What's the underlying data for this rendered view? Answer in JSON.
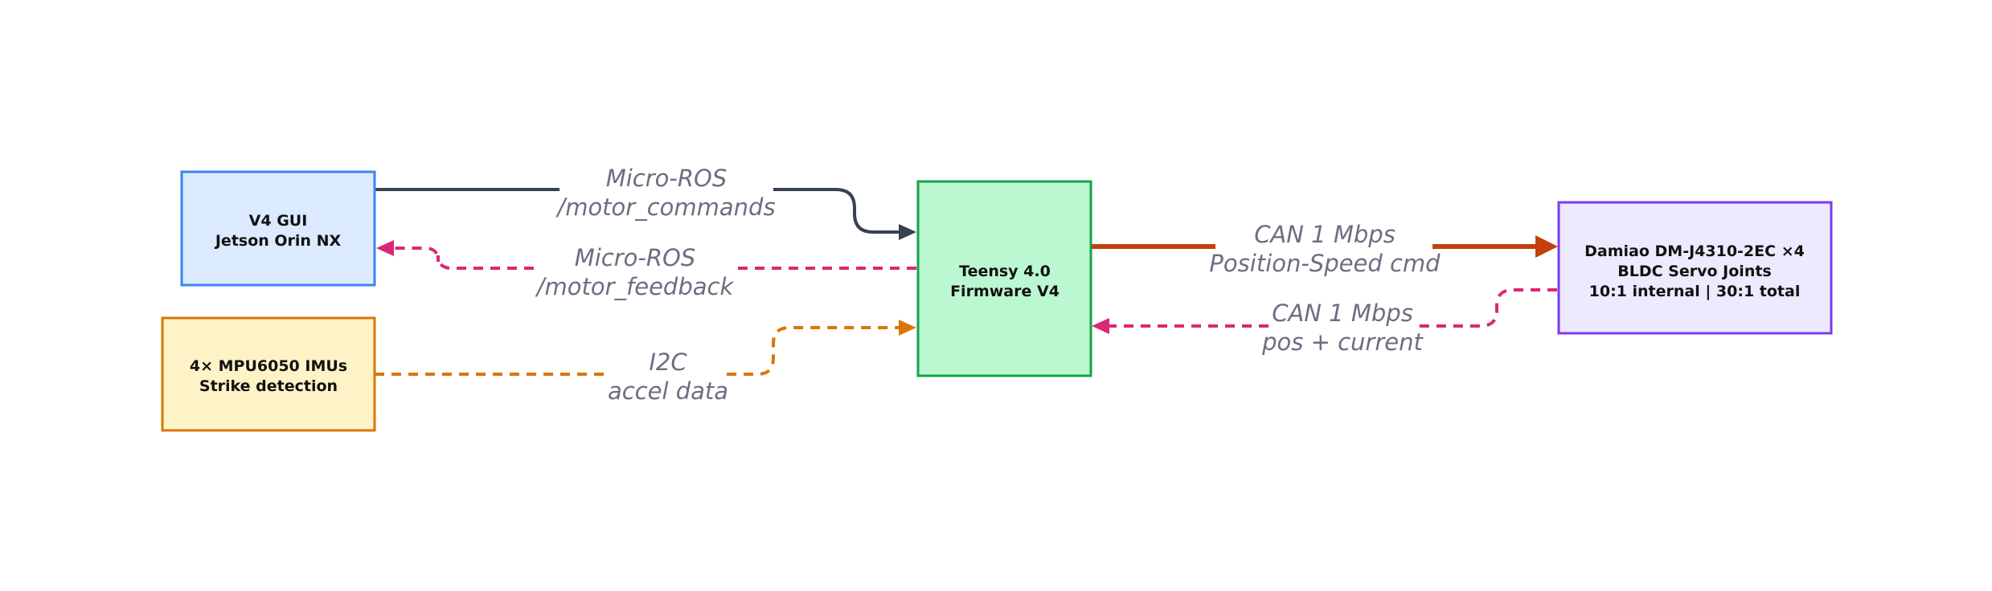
{
  "nodes": {
    "gui": {
      "line1": "V4 GUI",
      "line2": "Jetson Orin NX",
      "fill": "#dbeafe",
      "stroke": "#3b82f6"
    },
    "imu": {
      "line1": "4× MPU6050 IMUs",
      "line2": "Strike detection",
      "fill": "#fef3c7",
      "stroke": "#d97706"
    },
    "teensy": {
      "line1": "Teensy 4.0",
      "line2": "Firmware V4",
      "fill": "#bbf7d0",
      "stroke": "#16a34a"
    },
    "damiao": {
      "line1": "Damiao DM-J4310-2EC ×4",
      "line2": "BLDC Servo Joints",
      "line3": "10:1 internal | 30:1 total",
      "fill": "#ede9fe",
      "stroke": "#7c3aed"
    }
  },
  "edges": {
    "motor_commands": {
      "line1": "Micro-ROS",
      "line2": "/motor_commands",
      "color": "#374151"
    },
    "motor_feedback": {
      "line1": "Micro-ROS",
      "line2": "/motor_feedback",
      "color": "#db2777"
    },
    "i2c": {
      "line1": "I2C",
      "line2": "accel data",
      "color": "#d97706"
    },
    "can_cmd": {
      "line1": "CAN 1 Mbps",
      "line2": "Position-Speed cmd",
      "color": "#c2410c"
    },
    "can_feedback": {
      "line1": "CAN 1 Mbps",
      "line2": "pos + current",
      "color": "#db2777"
    }
  }
}
